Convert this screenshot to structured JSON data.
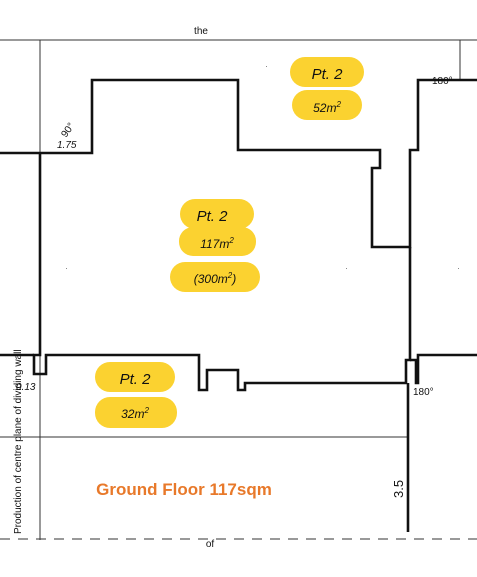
{
  "street_top": "the",
  "street_bottom": "of",
  "angles": {
    "top_left": "90°",
    "top_right": "180°",
    "bottom_right": "180°"
  },
  "dims": {
    "left_top": "1.75",
    "left_bottom": "0.13",
    "right_vertical": "3.5"
  },
  "side_note": "Production of centre plane of dividing wall",
  "lots": [
    {
      "label": "Pt. 2",
      "area_main": "52",
      "area_unit": "m",
      "area_sup": "2"
    },
    {
      "label": "Pt. 2",
      "area_main": "117",
      "area_unit": "m",
      "area_sup": "2",
      "extra_main": "(300",
      "extra_unit": "m",
      "extra_sup": "2",
      "extra_close": ")"
    },
    {
      "label": "Pt. 2",
      "area_main": "32",
      "area_unit": "m",
      "area_sup": "2"
    }
  ],
  "caption": "Ground Floor 117sqm",
  "colors": {
    "highlight": "#fbd230",
    "caption": "#e8792a",
    "line": "#111111"
  }
}
